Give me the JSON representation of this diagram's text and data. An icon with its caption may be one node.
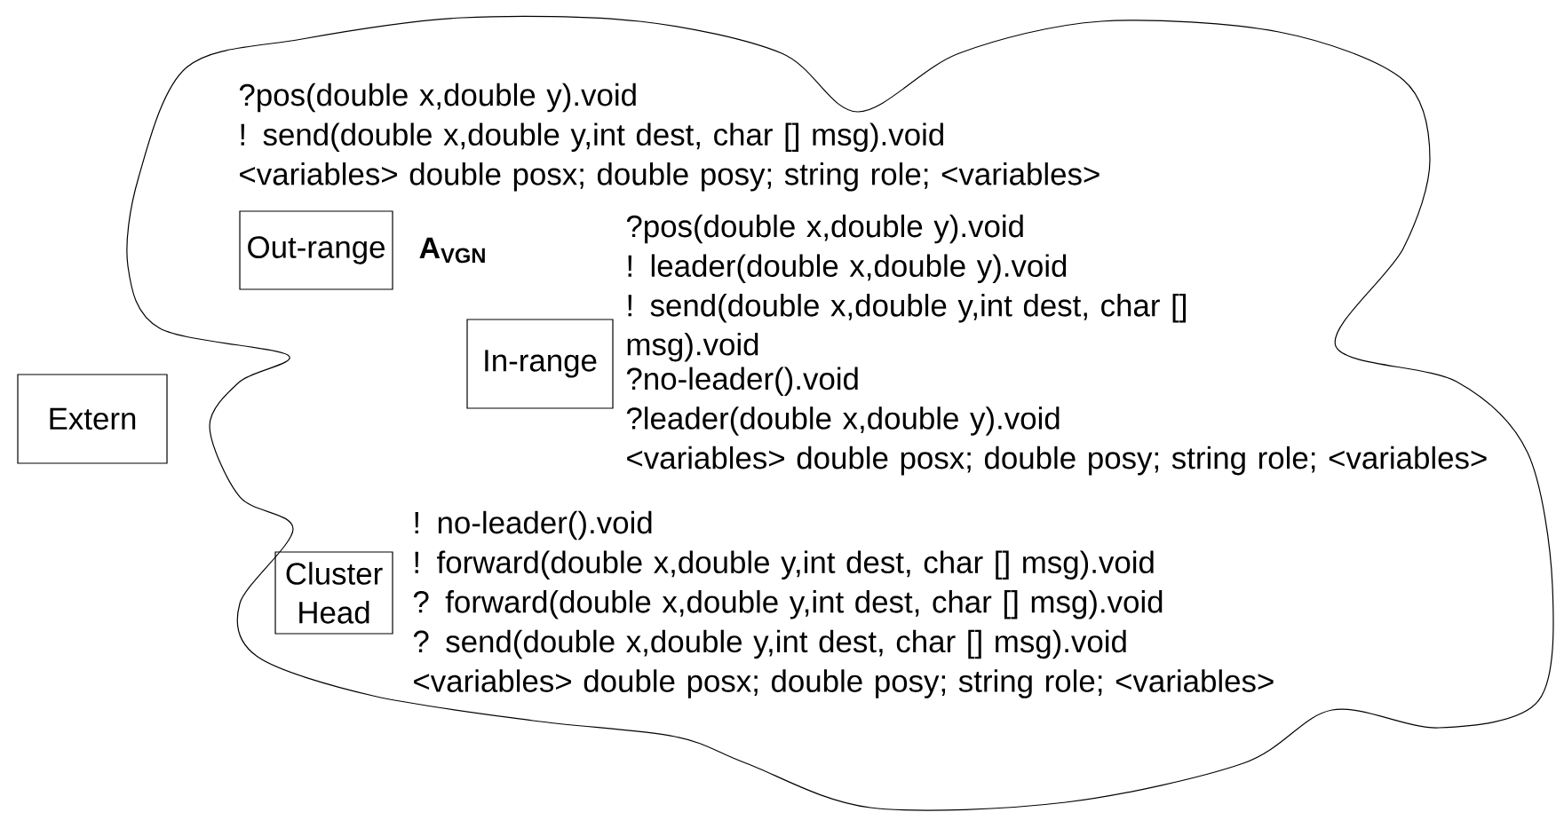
{
  "diagram": {
    "nodes": [
      {
        "text": [
          "A$_{VGN}$"
        ]
      },
      {
        "text": [
          "Out-range"
        ],
        "in": 0,
        "beside": [
          "?pos(double x,double y).void",
          "! send(double x,double y,int dest, char [] msg).void",
          "<variables> double posx; double posy; string role; <variables>"
        ]
      },
      {
        "text": [
          "In-range"
        ],
        "in": 0,
        "beside": [
          "?pos(double x,double y).void",
          "! leader(double x,double y).void",
          "! send(double x,double y,int dest, char [] msg).void",
          "?no-leader().void",
          "?leader(double x,double y).void",
          "<variables> double posx; double posy; string role; <variables>"
        ]
      },
      {
        "text": [
          "Cluster Head"
        ],
        "in": 0,
        "beside": [
          "! no-leader().void",
          "! forward(double x,double y,int dest, char [] msg).void",
          "? forward(double x,double y,int dest, char [] msg).void",
          "? send(double x,double y,int dest, char [] msg).void",
          "<variables> double posx; double posy; string role; <variables>"
        ]
      },
      {
        "text": [
          "Extern"
        ]
      }
    ]
  }
}
